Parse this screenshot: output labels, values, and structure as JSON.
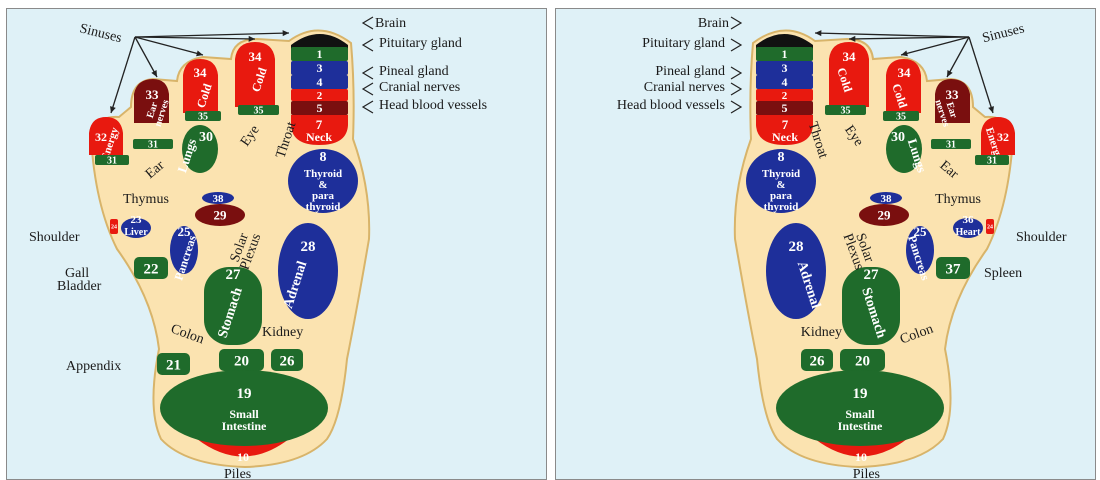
{
  "colors": {
    "background": "#dff1f7",
    "skin": "#fbe3b0",
    "outline": "#d8b46a",
    "red": "#e8190f",
    "maroon": "#7a0f0f",
    "green": "#1f6b2b",
    "blue": "#1e2f9a",
    "black": "#111111",
    "text": "#1a1a1a",
    "white": "#ffffff"
  },
  "feet": [
    {
      "side": "left",
      "zones": [
        {
          "id": "z-brain-cap",
          "num": "",
          "sub": "",
          "color": "black"
        },
        {
          "id": "z1",
          "num": "1",
          "sub": "",
          "color": "green"
        },
        {
          "id": "z3",
          "num": "3",
          "sub": "",
          "color": "blue"
        },
        {
          "id": "z4",
          "num": "4",
          "sub": "",
          "color": "blue"
        },
        {
          "id": "z2",
          "num": "2",
          "sub": "",
          "color": "red"
        },
        {
          "id": "z5",
          "num": "5",
          "sub": "",
          "color": "maroon"
        },
        {
          "id": "z7",
          "num": "7",
          "sub": "Neck",
          "color": "red"
        },
        {
          "id": "z34a",
          "num": "34",
          "sub": "Cold",
          "color": "red"
        },
        {
          "id": "z34b",
          "num": "34",
          "sub": "Cold",
          "color": "red"
        },
        {
          "id": "z33",
          "num": "33",
          "sub": "Ear nerves",
          "color": "maroon"
        },
        {
          "id": "z32",
          "num": "32",
          "sub": "Energy",
          "color": "red"
        },
        {
          "id": "z35a",
          "num": "35",
          "sub": "",
          "color": "green"
        },
        {
          "id": "z35b",
          "num": "35",
          "sub": "",
          "color": "green"
        },
        {
          "id": "z31a",
          "num": "31",
          "sub": "",
          "color": "green"
        },
        {
          "id": "z31b",
          "num": "31",
          "sub": "",
          "color": "green"
        },
        {
          "id": "z30",
          "num": "30",
          "sub": "Lungs",
          "color": "green"
        },
        {
          "id": "z8",
          "num": "8",
          "sub": "Thyroid & para thyroid",
          "color": "blue"
        },
        {
          "id": "z38",
          "num": "38",
          "sub": "",
          "color": "blue"
        },
        {
          "id": "z29",
          "num": "29",
          "sub": "",
          "color": "maroon"
        },
        {
          "id": "z24",
          "num": "24",
          "sub": "",
          "color": "red"
        },
        {
          "id": "z23",
          "num": "23",
          "sub": "Liver",
          "color": "blue"
        },
        {
          "id": "z25",
          "num": "25",
          "sub": "Pancreas",
          "color": "blue"
        },
        {
          "id": "z22",
          "num": "22",
          "sub": "",
          "color": "green"
        },
        {
          "id": "z27",
          "num": "27",
          "sub": "Stomach",
          "color": "green"
        },
        {
          "id": "z28",
          "num": "28",
          "sub": "Adrenal",
          "color": "blue"
        },
        {
          "id": "z21",
          "num": "21",
          "sub": "",
          "color": "green"
        },
        {
          "id": "z20",
          "num": "20",
          "sub": "",
          "color": "green"
        },
        {
          "id": "z26",
          "num": "26",
          "sub": "",
          "color": "green"
        },
        {
          "id": "z10",
          "num": "10",
          "sub": "",
          "color": "red"
        },
        {
          "id": "z19",
          "num": "19",
          "sub": "Small Intestine",
          "color": "green"
        }
      ],
      "labels": [
        {
          "id": "sinuses",
          "text": "Sinuses"
        },
        {
          "id": "brain",
          "text": "Brain"
        },
        {
          "id": "pituitary",
          "text": "Pituitary gland"
        },
        {
          "id": "pineal",
          "text": "Pineal gland"
        },
        {
          "id": "cranial",
          "text": "Cranial nerves"
        },
        {
          "id": "headvessels",
          "text": "Head blood vessels"
        },
        {
          "id": "ear",
          "text": "Ear"
        },
        {
          "id": "eye",
          "text": "Eye"
        },
        {
          "id": "throat",
          "text": "Throat"
        },
        {
          "id": "thymus",
          "text": "Thymus"
        },
        {
          "id": "shoulder",
          "text": "Shoulder"
        },
        {
          "id": "gall",
          "text": "Gall Bladder"
        },
        {
          "id": "solar",
          "text": "Solar Plexus"
        },
        {
          "id": "colon",
          "text": "Colon"
        },
        {
          "id": "kidney",
          "text": "Kidney"
        },
        {
          "id": "appendix",
          "text": "Appendix"
        },
        {
          "id": "piles",
          "text": "Piles"
        }
      ]
    },
    {
      "side": "right",
      "zones": [
        {
          "id": "z-brain-cap",
          "num": "",
          "sub": "",
          "color": "black"
        },
        {
          "id": "z1",
          "num": "1",
          "sub": "",
          "color": "green"
        },
        {
          "id": "z3",
          "num": "3",
          "sub": "",
          "color": "blue"
        },
        {
          "id": "z4",
          "num": "4",
          "sub": "",
          "color": "blue"
        },
        {
          "id": "z2",
          "num": "2",
          "sub": "",
          "color": "red"
        },
        {
          "id": "z5",
          "num": "5",
          "sub": "",
          "color": "maroon"
        },
        {
          "id": "z7",
          "num": "7",
          "sub": "Neck",
          "color": "red"
        },
        {
          "id": "z34a",
          "num": "34",
          "sub": "Cold",
          "color": "red"
        },
        {
          "id": "z34b",
          "num": "34",
          "sub": "Cold",
          "color": "red"
        },
        {
          "id": "z33",
          "num": "33",
          "sub": "Ear nerves",
          "color": "maroon"
        },
        {
          "id": "z32",
          "num": "32",
          "sub": "Energy",
          "color": "red"
        },
        {
          "id": "z35a",
          "num": "35",
          "sub": "",
          "color": "green"
        },
        {
          "id": "z35b",
          "num": "35",
          "sub": "",
          "color": "green"
        },
        {
          "id": "z31a",
          "num": "31",
          "sub": "",
          "color": "green"
        },
        {
          "id": "z31b",
          "num": "31",
          "sub": "",
          "color": "green"
        },
        {
          "id": "z30",
          "num": "30",
          "sub": "Lungs",
          "color": "green"
        },
        {
          "id": "z8",
          "num": "8",
          "sub": "Thyroid & para thyroid",
          "color": "blue"
        },
        {
          "id": "z38",
          "num": "38",
          "sub": "",
          "color": "blue"
        },
        {
          "id": "z29",
          "num": "29",
          "sub": "",
          "color": "maroon"
        },
        {
          "id": "z24",
          "num": "24",
          "sub": "",
          "color": "red"
        },
        {
          "id": "z36",
          "num": "36",
          "sub": "Heart",
          "color": "blue"
        },
        {
          "id": "z25",
          "num": "25",
          "sub": "Pancreas",
          "color": "blue"
        },
        {
          "id": "z37",
          "num": "37",
          "sub": "",
          "color": "green"
        },
        {
          "id": "z27",
          "num": "27",
          "sub": "Stomach",
          "color": "green"
        },
        {
          "id": "z28",
          "num": "28",
          "sub": "Adrenal",
          "color": "blue"
        },
        {
          "id": "z20",
          "num": "20",
          "sub": "",
          "color": "green"
        },
        {
          "id": "z26",
          "num": "26",
          "sub": "",
          "color": "green"
        },
        {
          "id": "z10",
          "num": "10",
          "sub": "",
          "color": "red"
        },
        {
          "id": "z19",
          "num": "19",
          "sub": "Small Intestine",
          "color": "green"
        }
      ],
      "labels": [
        {
          "id": "sinuses",
          "text": "Sinuses"
        },
        {
          "id": "brain",
          "text": "Brain"
        },
        {
          "id": "pituitary",
          "text": "Pituitary gland"
        },
        {
          "id": "pineal",
          "text": "Pineal gland"
        },
        {
          "id": "cranial",
          "text": "Cranial nerves"
        },
        {
          "id": "headvessels",
          "text": "Head blood vessels"
        },
        {
          "id": "ear",
          "text": "Ear"
        },
        {
          "id": "eye",
          "text": "Eye"
        },
        {
          "id": "throat",
          "text": "Throat"
        },
        {
          "id": "thymus",
          "text": "Thymus"
        },
        {
          "id": "shoulder",
          "text": "Shoulder"
        },
        {
          "id": "spleen",
          "text": "Spleen"
        },
        {
          "id": "solar",
          "text": "Solar Plexus"
        },
        {
          "id": "colon",
          "text": "Colon"
        },
        {
          "id": "kidney",
          "text": "Kidney"
        },
        {
          "id": "piles",
          "text": "Piles"
        }
      ]
    }
  ]
}
